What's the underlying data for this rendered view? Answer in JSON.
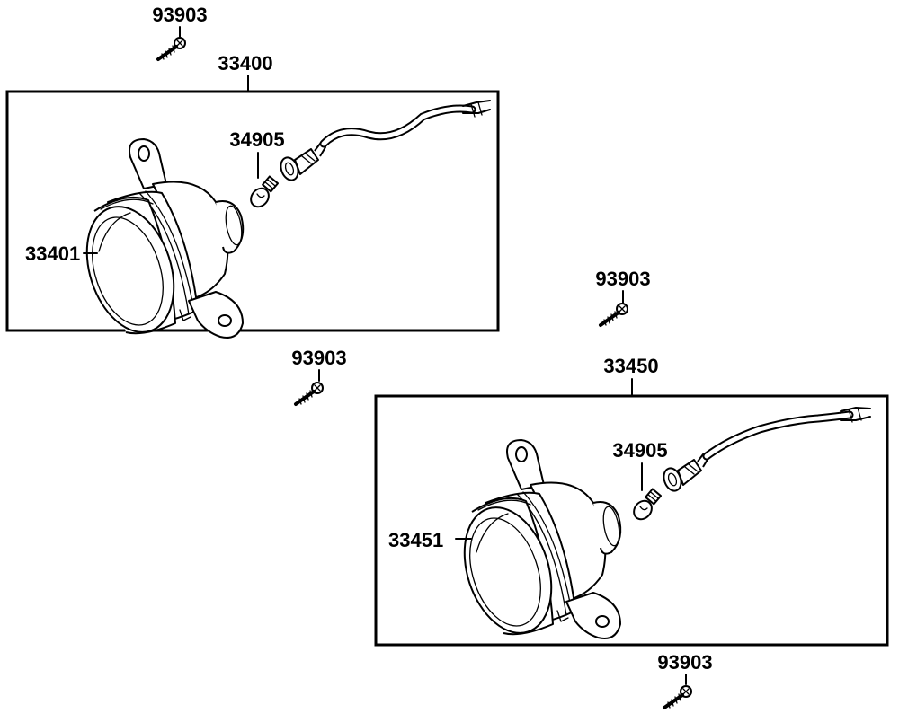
{
  "labels": {
    "screw_top": "93903",
    "assembly_left": "33400",
    "bulb_left": "34905",
    "lens_left": "33401",
    "screw_right_upper": "93903",
    "screw_middle": "93903",
    "assembly_right": "33450",
    "bulb_right": "34905",
    "lens_right": "33451",
    "screw_bottom": "93903"
  },
  "colors": {
    "line": "#000000",
    "background": "#ffffff"
  }
}
